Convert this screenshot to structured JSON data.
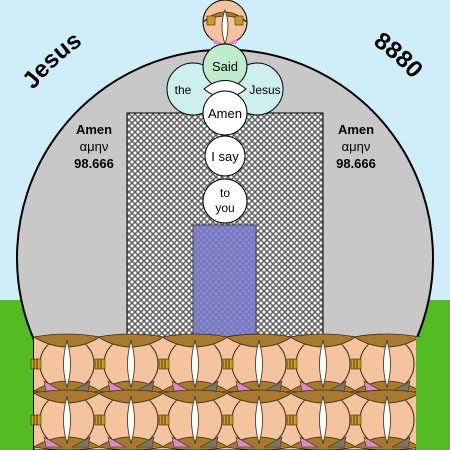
{
  "labels": {
    "jesus_curved": "Jesus",
    "number_curved": "8880",
    "left_word": "Amen",
    "left_greek": "αμην",
    "left_value": "98.666",
    "right_word": "Amen",
    "right_greek": "αμην",
    "right_value": "98.666"
  },
  "circle_words": {
    "said": "Said",
    "the": "the",
    "jesus": "Jesus",
    "amen": "Amen",
    "i_say": "I say",
    "to": "to",
    "you": "you"
  },
  "colors": {
    "sky": "#cfeefa",
    "dome": "#c8c8c8",
    "grass": "#55bb22",
    "mesh_fill": "#ffffff",
    "mesh_line": "#555555",
    "door": "#7a7acc",
    "skin": "#f5c49e",
    "petal_brown": "#a87a30",
    "petal_pink": "#dd88cc",
    "stripe_gold": "#c89a2a",
    "aqua_circle": "#cdf0ee",
    "green_circle": "#bfeccc"
  }
}
